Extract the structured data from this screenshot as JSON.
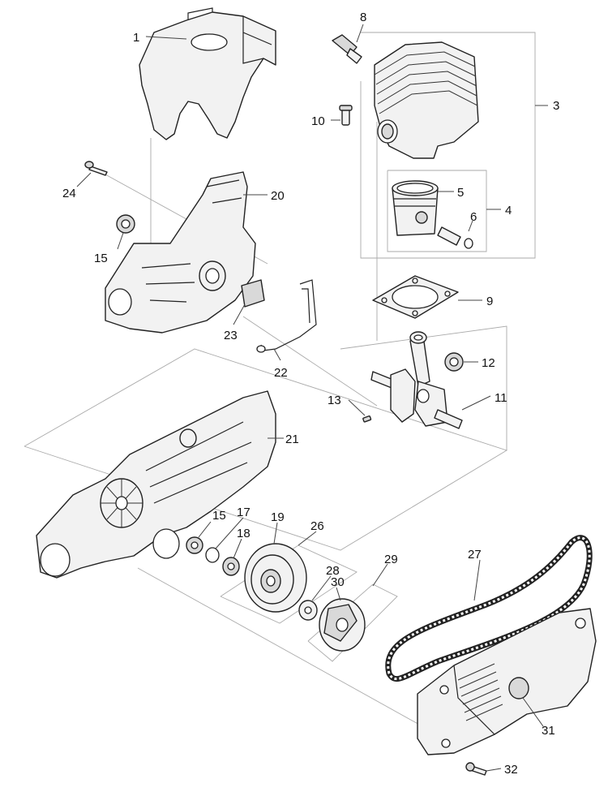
{
  "labels": [
    {
      "id": "1",
      "text": "1"
    },
    {
      "id": "3",
      "text": "3"
    },
    {
      "id": "4",
      "text": "4"
    },
    {
      "id": "5",
      "text": "5"
    },
    {
      "id": "6",
      "text": "6"
    },
    {
      "id": "8",
      "text": "8"
    },
    {
      "id": "9",
      "text": "9"
    },
    {
      "id": "10",
      "text": "10"
    },
    {
      "id": "11",
      "text": "11"
    },
    {
      "id": "12",
      "text": "12"
    },
    {
      "id": "13",
      "text": "13"
    },
    {
      "id": "15a",
      "text": "15"
    },
    {
      "id": "15b",
      "text": "15"
    },
    {
      "id": "17",
      "text": "17"
    },
    {
      "id": "18",
      "text": "18"
    },
    {
      "id": "19",
      "text": "19"
    },
    {
      "id": "20",
      "text": "20"
    },
    {
      "id": "21",
      "text": "21"
    },
    {
      "id": "22",
      "text": "22"
    },
    {
      "id": "23",
      "text": "23"
    },
    {
      "id": "24",
      "text": "24"
    },
    {
      "id": "26",
      "text": "26"
    },
    {
      "id": "27",
      "text": "27"
    },
    {
      "id": "28",
      "text": "28"
    },
    {
      "id": "29",
      "text": "29"
    },
    {
      "id": "30",
      "text": "30"
    },
    {
      "id": "31",
      "text": "31"
    },
    {
      "id": "32",
      "text": "32"
    }
  ]
}
